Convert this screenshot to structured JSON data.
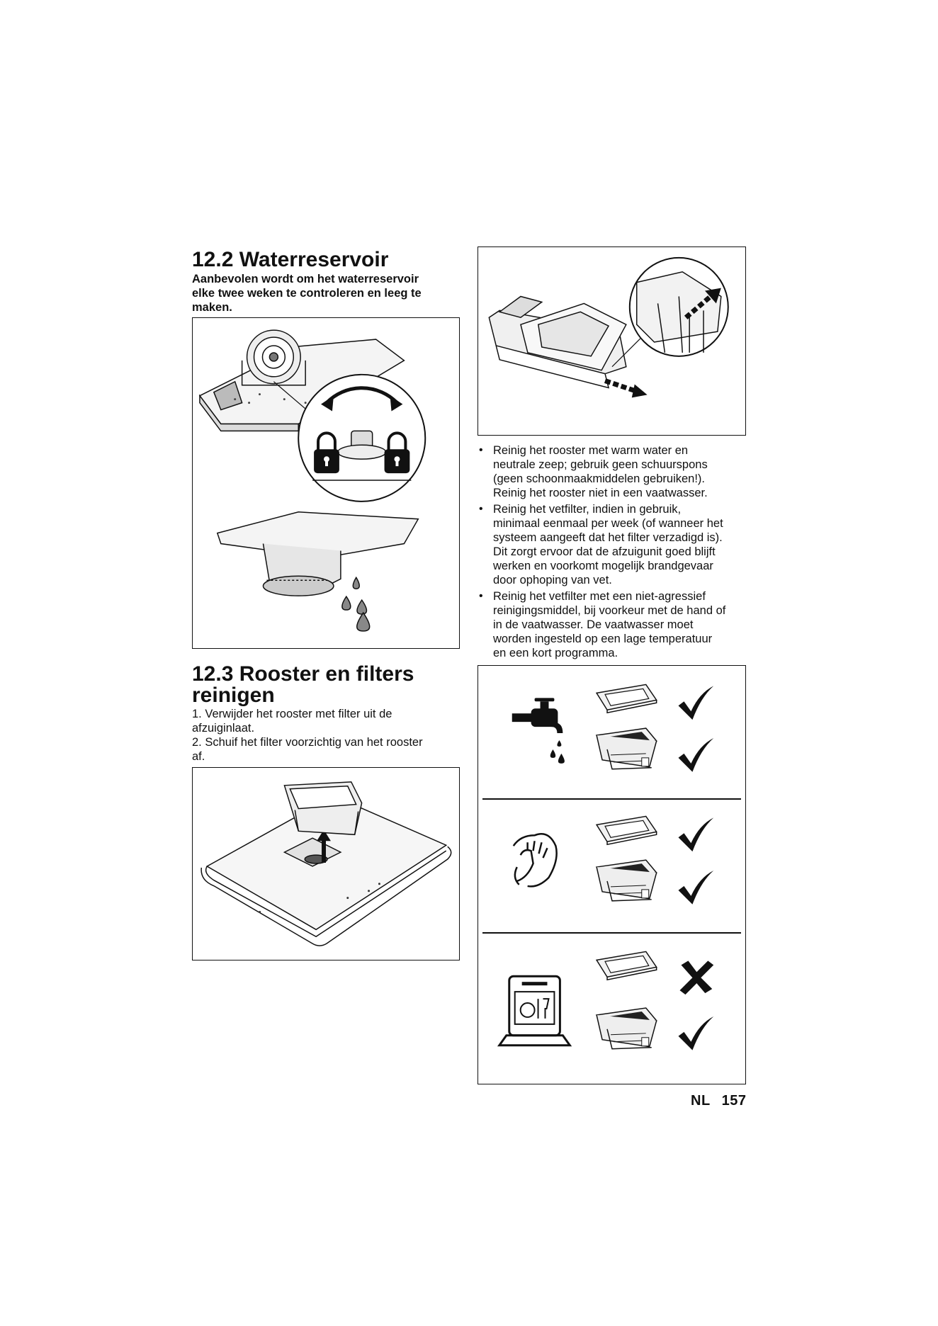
{
  "section_12_2": {
    "heading": "12.2 Waterreservoir",
    "lead_lines": [
      "Aanbevolen wordt om het waterreservoir",
      "elke twee weken te controleren en leeg te",
      "maken."
    ]
  },
  "section_12_3": {
    "heading_line1": "12.3 Rooster en filters",
    "heading_line2": "reinigen",
    "steps": [
      {
        "lines": [
          "1.  Verwijder het rooster met filter uit de",
          "afzuiginlaat."
        ]
      },
      {
        "lines": [
          "2.  Schuif het filter voorzichtig van het rooster",
          "af."
        ]
      }
    ]
  },
  "bullets": [
    {
      "lines": [
        "Reinig het rooster met warm water en",
        "neutrale zeep; gebruik geen schuurspons",
        "(geen schoonmaakmiddelen gebruiken!).",
        "Reinig het rooster niet in een vaatwasser."
      ]
    },
    {
      "lines": [
        "Reinig het vetfilter, indien in gebruik,",
        "minimaal eenmaal per week (of wanneer het",
        "systeem aangeeft dat het filter verzadigd is).",
        "Dit zorgt ervoor dat de afzuigunit goed blijft",
        "werken en voorkomt mogelijk brandgevaar",
        "door ophoping van vet."
      ]
    },
    {
      "lines": [
        "Reinig het vetfilter met een niet-agressief",
        "reinigingsmiddel, bij voorkeur met de hand of",
        "in de vaatwasser. De vaatwasser moet",
        "worden ingesteld op een lage temperatuur",
        "en een kort programma."
      ]
    }
  ],
  "cleaning_table": [
    {
      "method_icon": "water-tap-icon",
      "grille_ok": true,
      "filter_ok": true
    },
    {
      "method_icon": "hand-cloth-icon",
      "grille_ok": true,
      "filter_ok": true
    },
    {
      "method_icon": "dishwasher-icon",
      "grille_ok": false,
      "filter_ok": true
    }
  ],
  "footer": {
    "language": "NL",
    "page_number": "157"
  }
}
